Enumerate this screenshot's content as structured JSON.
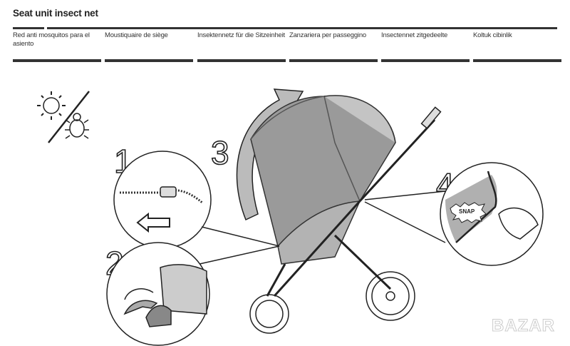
{
  "header": {
    "title": "Seat unit insect net",
    "translations": [
      "Red anti mosquitos para el asiento",
      "Moustiquaire de siège",
      "Insektennetz für die Sitzeinheit",
      "Zanzariera per passeggino",
      "Insectennet zitgedeelte",
      "Koltuk cibinlik"
    ]
  },
  "illustration": {
    "steps": [
      "1",
      "2",
      "3",
      "4"
    ],
    "snap_label": "SNAP",
    "icons": [
      "sun-icon",
      "bug-icon",
      "arrow-left-icon",
      "curved-arrow-icon"
    ]
  },
  "watermark": "BAZAR",
  "colors": {
    "net_gray": "#9a9a9a",
    "line": "#222222"
  }
}
